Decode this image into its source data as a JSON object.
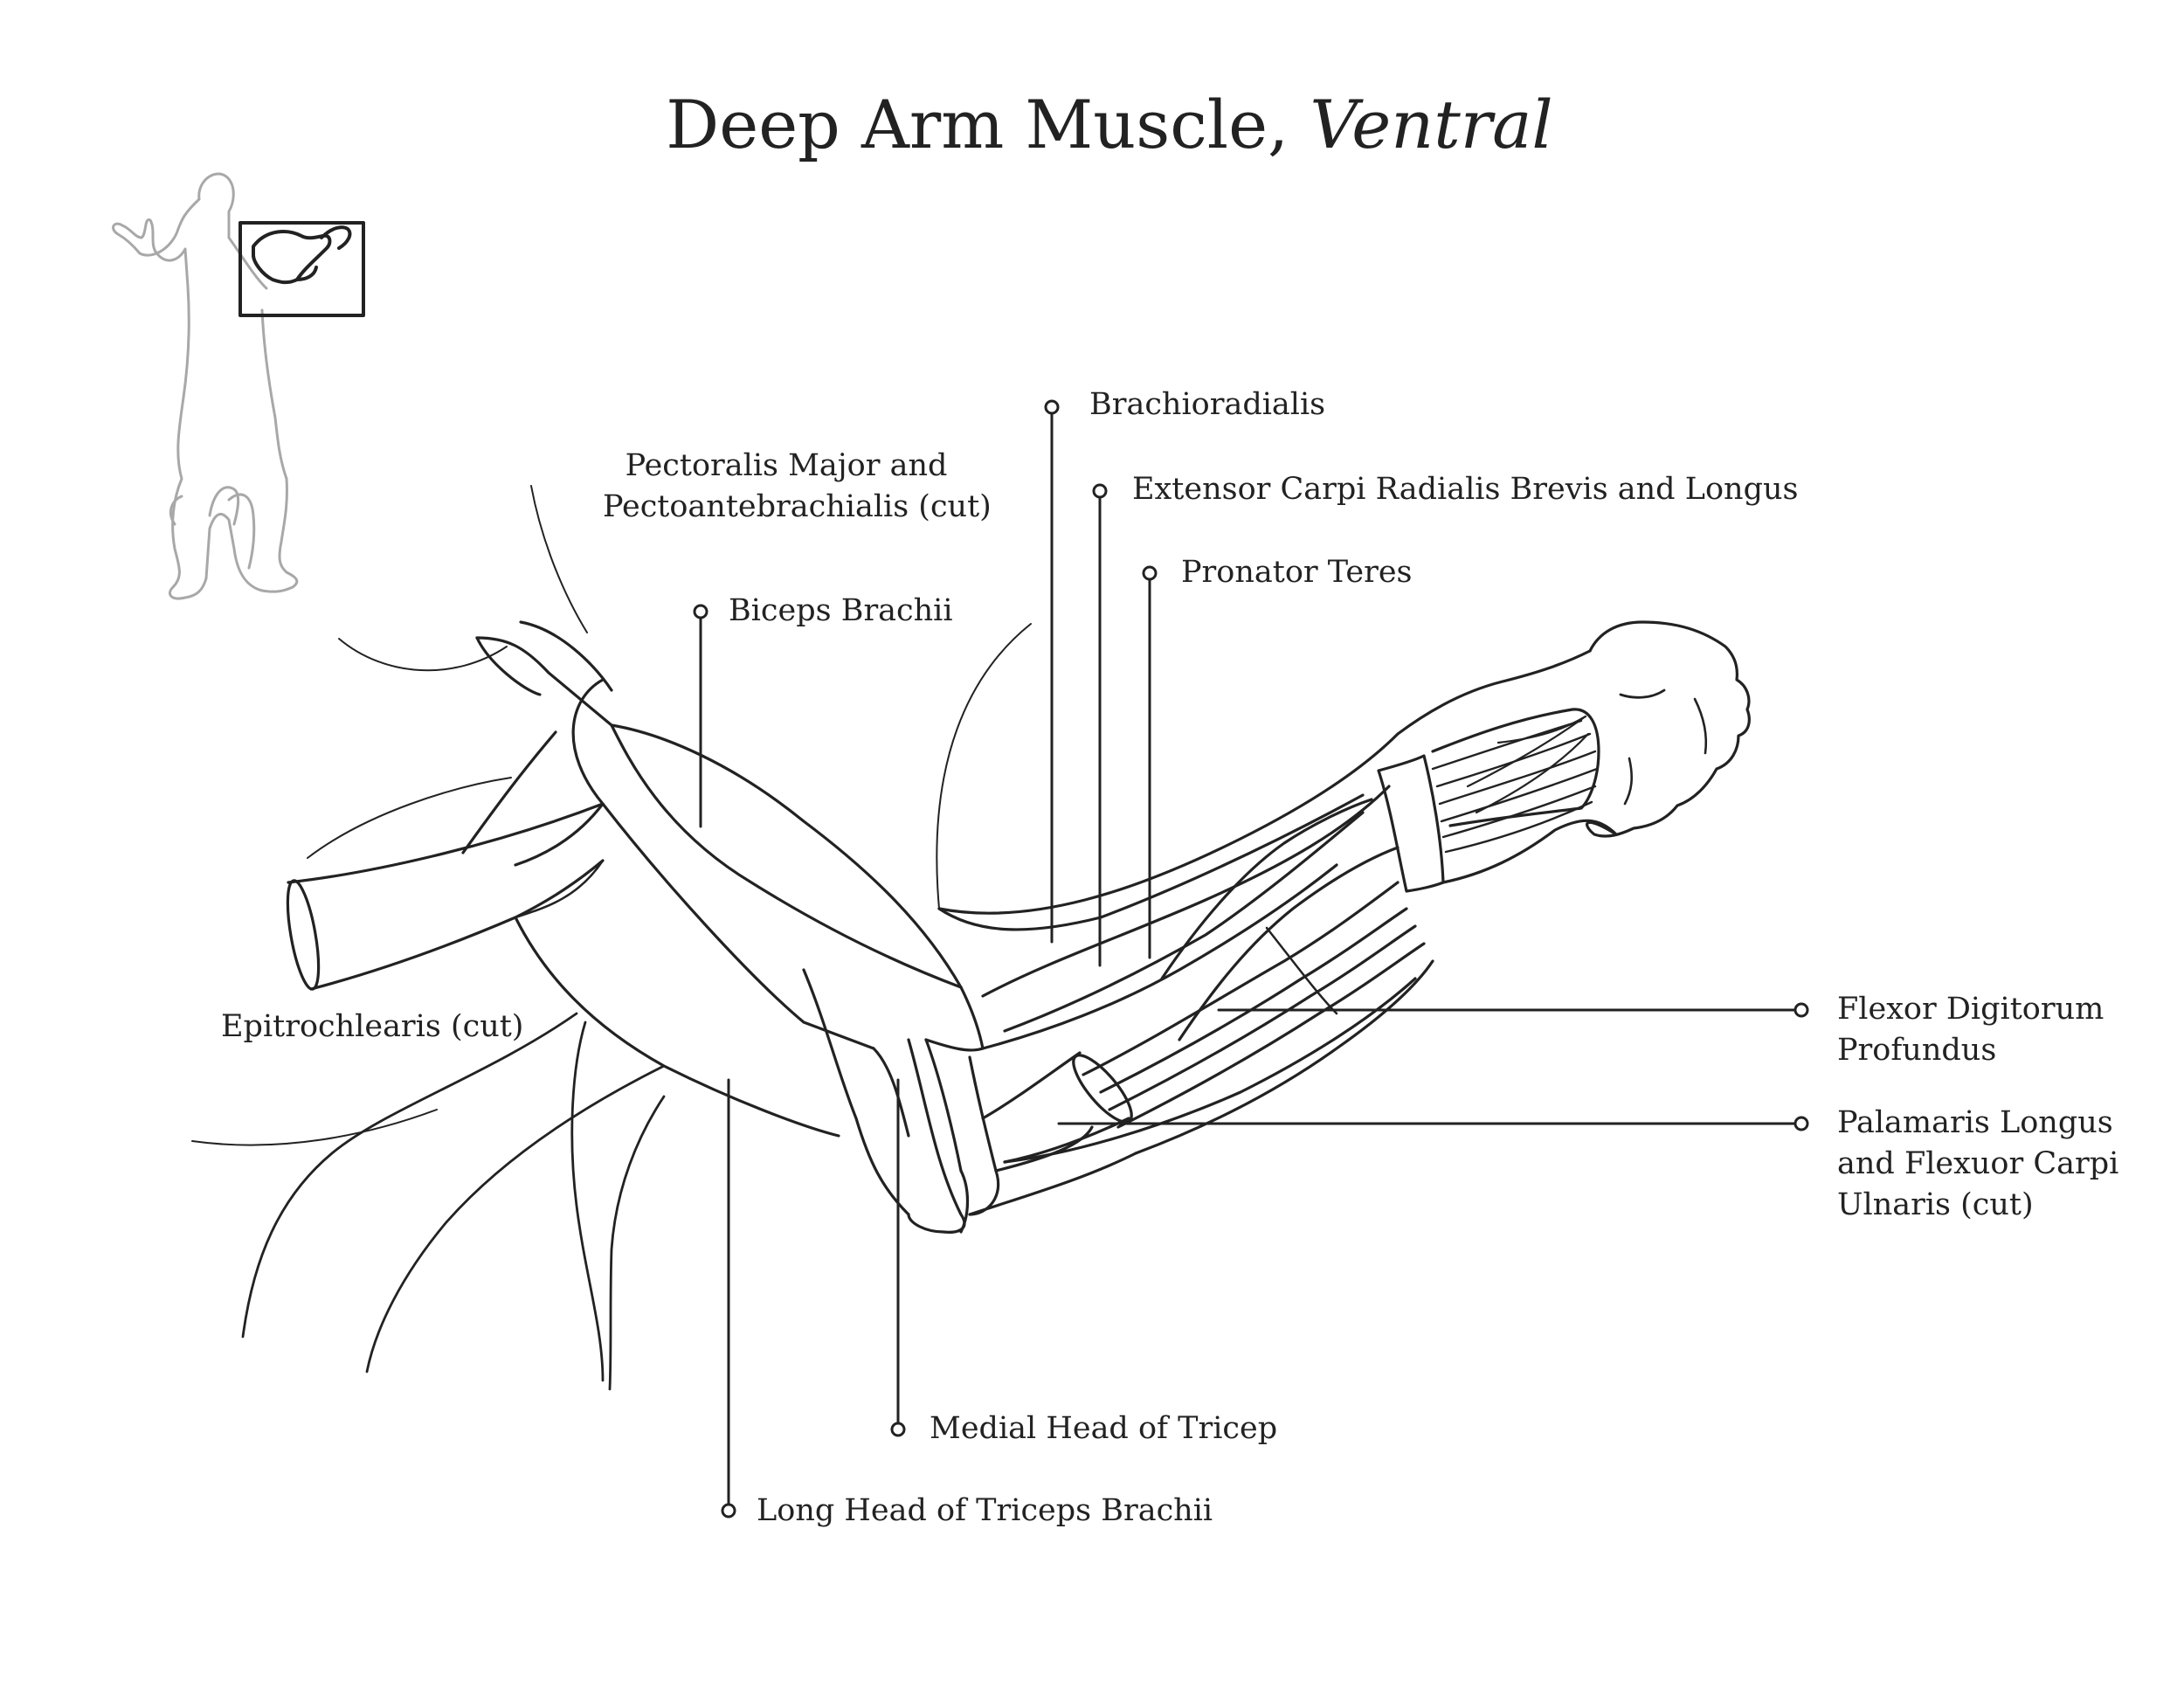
{
  "title": {
    "main": "Deep Arm Muscle, ",
    "italic": "Ventral"
  },
  "labels": {
    "brachioradialis": "Brachioradialis",
    "extensor_carpi": "Extensor Carpi Radialis Brevis and Longus",
    "pronator_teres": "Pronator Teres",
    "pectoralis": [
      "Pectoralis Major and",
      "Pectoantebrachialis (cut)"
    ],
    "biceps": "Biceps Brachii",
    "epitrochlearis": "Epitrochlearis (cut)",
    "flexor_digitorum": [
      "Flexor Digitorum",
      "Profundus"
    ],
    "palmaris": [
      "Palamaris Longus",
      "and Flexuor Carpi",
      "Ulnaris (cut)"
    ],
    "medial_tricep": "Medial Head of Tricep",
    "long_triceps": "Long Head of Triceps Brachii"
  },
  "colors": {
    "line": "#222222",
    "thumbnail": "#a8a8a8",
    "background": "#ffffff"
  },
  "thumbnail": {
    "icon": "cat-body-outline-icon"
  }
}
